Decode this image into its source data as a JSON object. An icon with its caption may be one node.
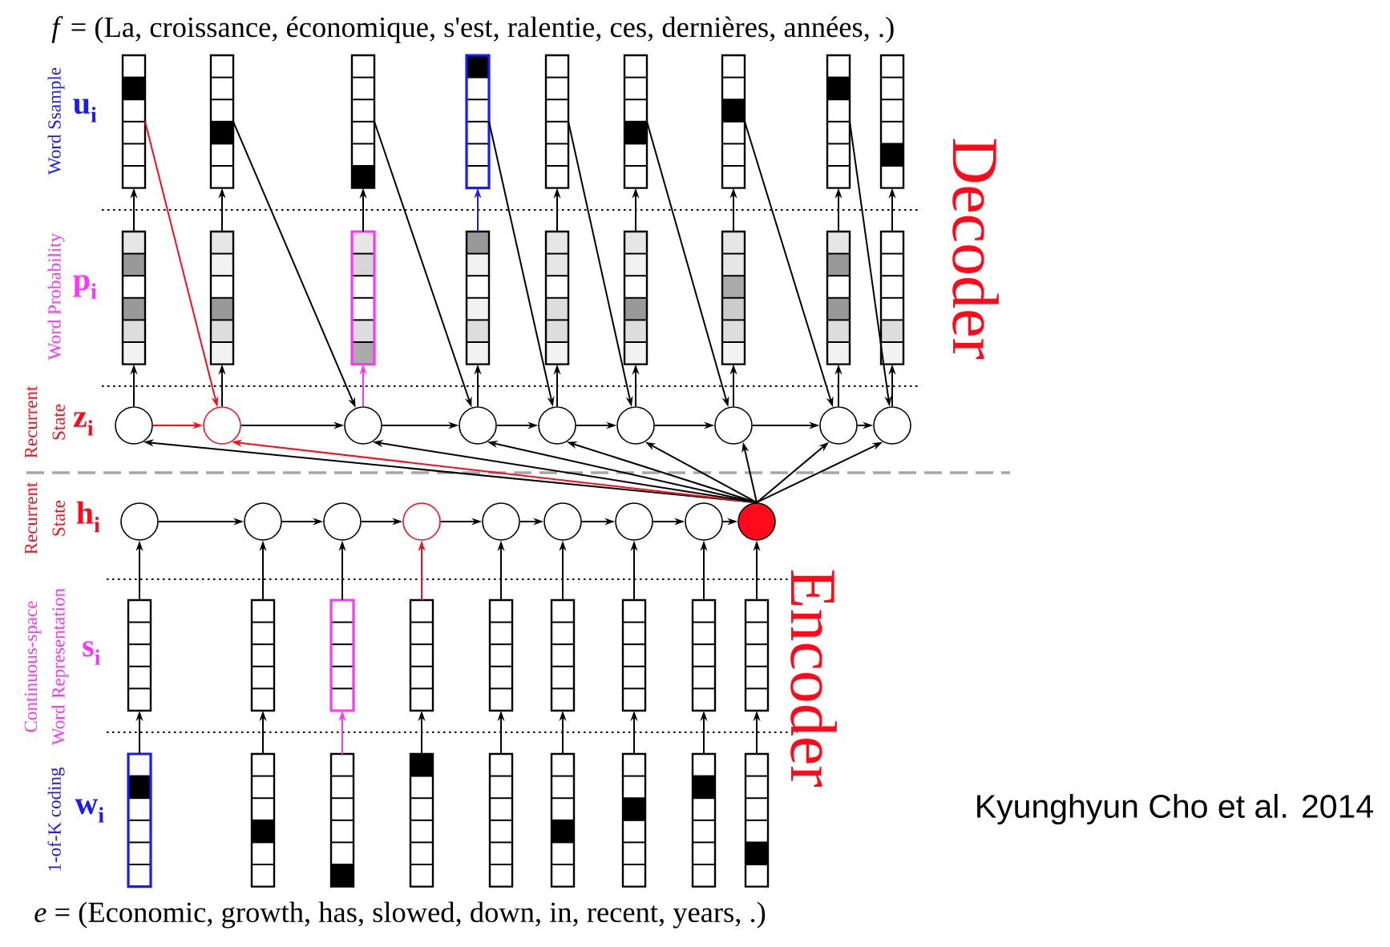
{
  "diagram": {
    "title": "*f* = (La, croissance, économique, s'est, ralentie, ces, dernières, années, .)",
    "caption": "*e* = (Economic, growth, has, slowed, down, in, recent, years, .)",
    "nodes": [
      {
        "text": [],
        "shape": "box"
      },
      {
        "text": [],
        "shape": "box"
      },
      {
        "text": [],
        "shape": "box"
      },
      {
        "text": [],
        "shape": "box"
      },
      {
        "text": [],
        "shape": "box"
      },
      {
        "text": [],
        "shape": "box"
      },
      {
        "text": [],
        "shape": "box"
      },
      {
        "text": [],
        "shape": "box"
      },
      {
        "text": [],
        "shape": "box"
      },
      {
        "text": [],
        "shape": "box"
      },
      {
        "text": [],
        "shape": "box"
      },
      {
        "text": [],
        "shape": "box"
      },
      {
        "text": [],
        "shape": "box"
      },
      {
        "text": [],
        "shape": "box"
      },
      {
        "text": [],
        "shape": "box"
      },
      {
        "text": [],
        "shape": "box"
      },
      {
        "text": [],
        "shape": "box"
      },
      {
        "text": [],
        "shape": "box"
      },
      {
        "text": [],
        "shape": "circle"
      },
      {
        "text": [],
        "shape": "circle"
      },
      {
        "text": [],
        "shape": "circle"
      },
      {
        "text": [],
        "shape": "circle"
      },
      {
        "text": [],
        "shape": "circle"
      },
      {
        "text": [],
        "shape": "circle"
      },
      {
        "text": [],
        "shape": "circle"
      },
      {
        "text": [],
        "shape": "circle"
      },
      {
        "text": [],
        "shape": "circle"
      },
      {
        "text": [],
        "shape": "circle"
      },
      {
        "text": [],
        "shape": "circle"
      },
      {
        "text": [],
        "shape": "circle"
      },
      {
        "text": [],
        "shape": "circle"
      },
      {
        "text": [],
        "shape": "circle"
      },
      {
        "text": [],
        "shape": "circle"
      },
      {
        "text": [],
        "shape": "circle"
      },
      {
        "text": [],
        "shape": "circle"
      },
      {
        "text": [],
        "shape": "circle"
      },
      {
        "text": [],
        "shape": "box"
      },
      {
        "text": [],
        "shape": "box"
      },
      {
        "text": [],
        "shape": "box"
      },
      {
        "text": [],
        "shape": "box"
      },
      {
        "text": [],
        "shape": "box"
      },
      {
        "text": [],
        "shape": "box"
      },
      {
        "text": [],
        "shape": "box"
      },
      {
        "text": [],
        "shape": "box"
      },
      {
        "text": [],
        "shape": "box"
      },
      {
        "text": [],
        "shape": "box"
      },
      {
        "text": [],
        "shape": "box"
      },
      {
        "text": [],
        "shape": "box"
      },
      {
        "text": [],
        "shape": "box"
      },
      {
        "text": [],
        "shape": "box"
      },
      {
        "text": [],
        "shape": "box"
      },
      {
        "text": [],
        "shape": "box"
      },
      {
        "text": [],
        "shape": "box"
      },
      {
        "text": [],
        "shape": "box"
      }
    ],
    "edges": [
      {
        "from": 9,
        "to": 0,
        "arrow": "to"
      },
      {
        "from": 10,
        "to": 1,
        "arrow": "to"
      },
      {
        "from": 11,
        "to": 2,
        "arrow": "to"
      },
      {
        "from": 12,
        "to": 3,
        "arrow": "to",
        "color": "#1a1aff"
      },
      {
        "from": 13,
        "to": 4,
        "arrow": "to"
      },
      {
        "from": 14,
        "to": 5,
        "arrow": "to"
      },
      {
        "from": 15,
        "to": 6,
        "arrow": "to"
      },
      {
        "from": 16,
        "to": 7,
        "arrow": "to"
      },
      {
        "from": 17,
        "to": 8,
        "arrow": "to"
      },
      {
        "from": 18,
        "to": 9,
        "arrow": "to"
      },
      {
        "from": 19,
        "to": 10,
        "arrow": "to"
      },
      {
        "from": 20,
        "to": 11,
        "arrow": "to",
        "color": "#ff33ff"
      },
      {
        "from": 21,
        "to": 12,
        "arrow": "to"
      },
      {
        "from": 22,
        "to": 13,
        "arrow": "to"
      },
      {
        "from": 23,
        "to": 14,
        "arrow": "to"
      },
      {
        "from": 24,
        "to": 15,
        "arrow": "to"
      },
      {
        "from": 25,
        "to": 16,
        "arrow": "to"
      },
      {
        "from": 26,
        "to": 17,
        "arrow": "to"
      },
      {
        "from": 18,
        "to": 19,
        "arrow": "to",
        "color": "#ff0a1a"
      },
      {
        "from": 19,
        "to": 20,
        "arrow": "to"
      },
      {
        "from": 20,
        "to": 21,
        "arrow": "to"
      },
      {
        "from": 21,
        "to": 22,
        "arrow": "to"
      },
      {
        "from": 22,
        "to": 23,
        "arrow": "to"
      },
      {
        "from": 23,
        "to": 24,
        "arrow": "to"
      },
      {
        "from": 24,
        "to": 25,
        "arrow": "to"
      },
      {
        "from": 25,
        "to": 26,
        "arrow": "to"
      },
      {
        "from": 0,
        "to": 19,
        "arrow": "to",
        "color": "#ff0a1a"
      },
      {
        "from": 1,
        "to": 20,
        "arrow": "to"
      },
      {
        "from": 2,
        "to": 21,
        "arrow": "to"
      },
      {
        "from": 3,
        "to": 22,
        "arrow": "to"
      },
      {
        "from": 4,
        "to": 23,
        "arrow": "to"
      },
      {
        "from": 5,
        "to": 24,
        "arrow": "to"
      },
      {
        "from": 6,
        "to": 25,
        "arrow": "to"
      },
      {
        "from": 7,
        "to": 26,
        "arrow": "to"
      },
      {
        "from": 35,
        "to": 18,
        "arrow": "to"
      },
      {
        "from": 35,
        "to": 19,
        "arrow": "to",
        "color": "#ff0a1a"
      },
      {
        "from": 35,
        "to": 20,
        "arrow": "to"
      },
      {
        "from": 35,
        "to": 21,
        "arrow": "to"
      },
      {
        "from": 35,
        "to": 22,
        "arrow": "to"
      },
      {
        "from": 35,
        "to": 23,
        "arrow": "to"
      },
      {
        "from": 35,
        "to": 24,
        "arrow": "to"
      },
      {
        "from": 35,
        "to": 25,
        "arrow": "to"
      },
      {
        "from": 35,
        "to": 26,
        "arrow": "to"
      },
      {
        "from": 27,
        "to": 28,
        "arrow": "to"
      },
      {
        "from": 28,
        "to": 29,
        "arrow": "to"
      },
      {
        "from": 29,
        "to": 30,
        "arrow": "to"
      },
      {
        "from": 30,
        "to": 31,
        "arrow": "to"
      },
      {
        "from": 31,
        "to": 32,
        "arrow": "to"
      },
      {
        "from": 32,
        "to": 33,
        "arrow": "to"
      },
      {
        "from": 33,
        "to": 34,
        "arrow": "to"
      },
      {
        "from": 34,
        "to": 35,
        "arrow": "to"
      },
      {
        "from": 36,
        "to": 27,
        "arrow": "to"
      },
      {
        "from": 37,
        "to": 28,
        "arrow": "to"
      },
      {
        "from": 38,
        "to": 29,
        "arrow": "to"
      },
      {
        "from": 39,
        "to": 30,
        "arrow": "to",
        "color": "#ff0a1a"
      },
      {
        "from": 40,
        "to": 31,
        "arrow": "to"
      },
      {
        "from": 41,
        "to": 32,
        "arrow": "to"
      },
      {
        "from": 42,
        "to": 33,
        "arrow": "to"
      },
      {
        "from": 43,
        "to": 34,
        "arrow": "to"
      },
      {
        "from": 44,
        "to": 35,
        "arrow": "to"
      },
      {
        "from": 45,
        "to": 36,
        "arrow": "to"
      },
      {
        "from": 46,
        "to": 37,
        "arrow": "to"
      },
      {
        "from": 47,
        "to": 38,
        "arrow": "to",
        "color": "#ff33ff"
      },
      {
        "from": 48,
        "to": 39,
        "arrow": "to"
      },
      {
        "from": 49,
        "to": 40,
        "arrow": "to"
      },
      {
        "from": 50,
        "to": 41,
        "arrow": "to"
      },
      {
        "from": 51,
        "to": 42,
        "arrow": "to"
      },
      {
        "from": 52,
        "to": 43,
        "arrow": "to"
      },
      {
        "from": 53,
        "to": 44,
        "arrow": "to"
      }
    ],
    "labels": [
      "Word Ssample",
      "**u**$_{i}$",
      "Word Probability",
      "**p**$_{i}$",
      "Recurrent State",
      "**z**$_{i}$",
      "Recurrent State",
      "**h**$_{i}$",
      "Continuous-space Word Representation",
      "**s**$_{i}$",
      "1-of-K coding",
      "**w**$_{i}$",
      "Decoder",
      "Encoder",
      "Kyunghyun Cho et al. 2014"
    ]
  }
}
